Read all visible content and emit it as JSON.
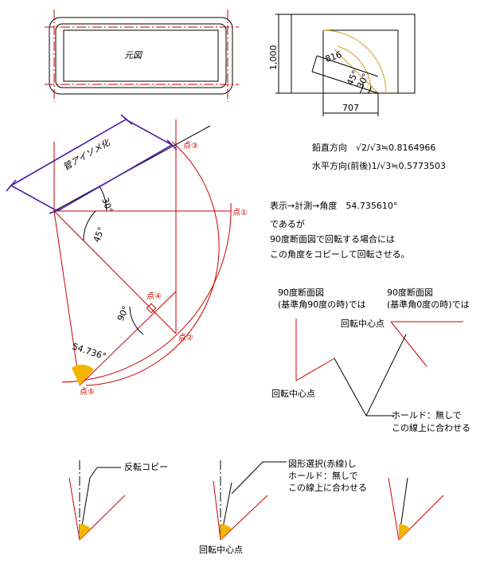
{
  "top_left": {
    "title": "元図"
  },
  "top_right": {
    "dim_vertical": "1,000",
    "dim_diag": "816",
    "dim_bottom": "707",
    "angle_45": "45°",
    "angle_30": "30°"
  },
  "iso": {
    "label": "管アイソメ化",
    "angle_30": "30°",
    "angle_45": "45°",
    "angle_90": "90°",
    "angle_main": "54.736°",
    "points": {
      "p1": "点①",
      "p2": "点②",
      "p3": "点③",
      "p4": "点④",
      "p5": "点⑤"
    }
  },
  "formulas": {
    "vertical": "鉛直方向　√2/√3≒0.8164966",
    "horizontal": "水平方向(前後)1/√3≒0.5773503"
  },
  "notes": {
    "line1": "表示→計測→角度　54.735610°",
    "line2": "であるが",
    "line3": "90度断面図で回転する場合には",
    "line4": "この角度をコピーして回転させる。"
  },
  "section": {
    "left_head1": "90度断面図",
    "left_head2": "(基準角90度の時)では",
    "right_head1": "90度断面図",
    "right_head2": "(基準角0度の時)では",
    "center_left": "回転中心点",
    "center_right": "回転中心点",
    "hold1": "ホールド：無しで",
    "hold2": "この線上に合わせる"
  },
  "bottom": {
    "copy": "反転コピー",
    "select1": "図形選択(赤線)し",
    "select2": "ホールド：無しで",
    "select3": "この線上に合わせる",
    "center": "回転中心点"
  },
  "colors": {
    "red": "#cc0000",
    "black": "#000000",
    "purple": "#4b1fa6",
    "orange": "#f2b600",
    "gold": "#d4a017"
  }
}
